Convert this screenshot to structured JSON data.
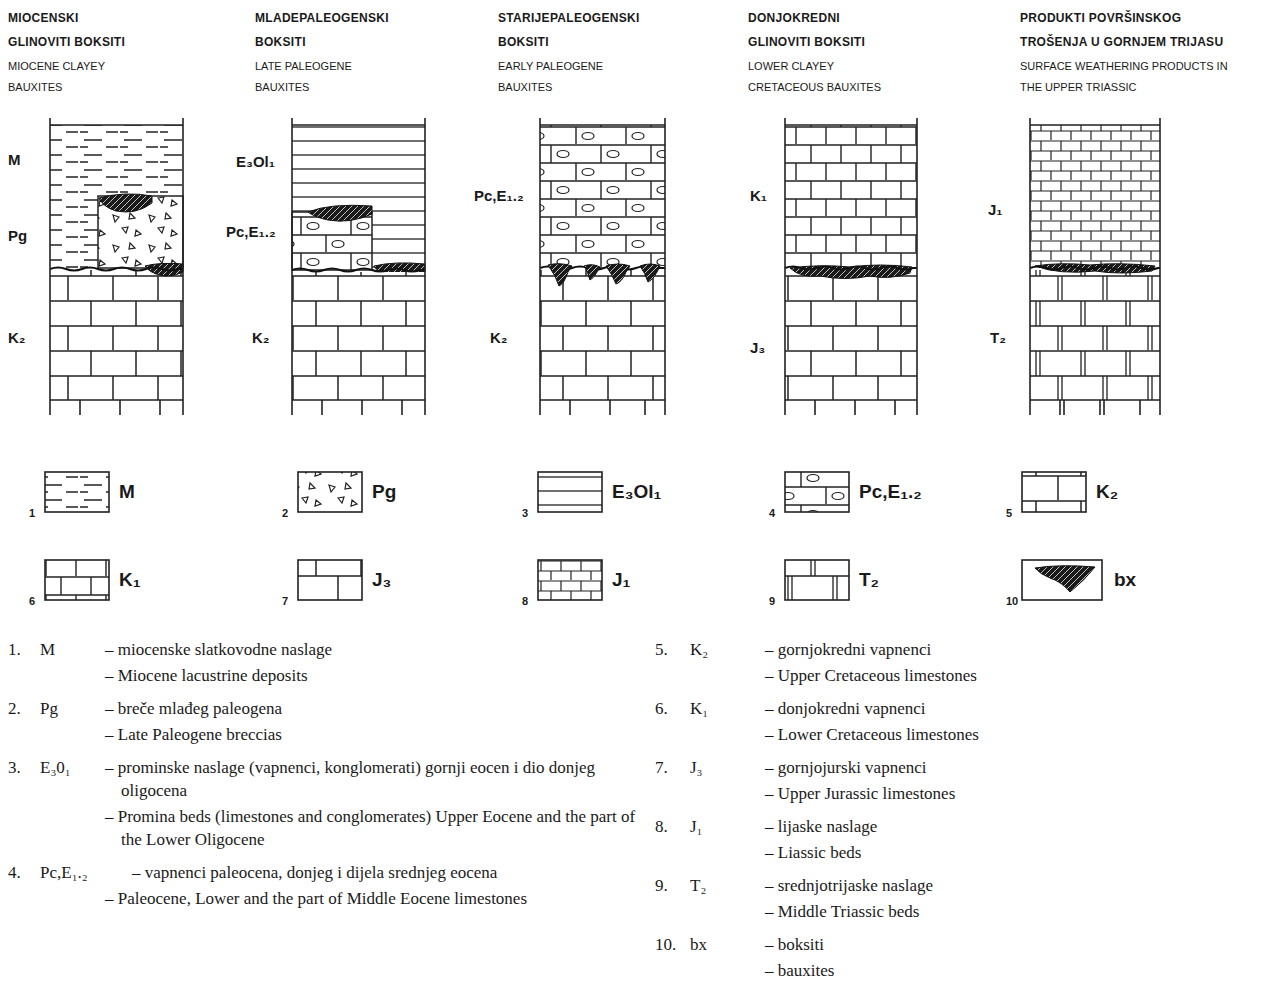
{
  "diagram": {
    "labels": [
      "MIOCENSKI GLINOVITI BOKSITI",
      "MIOCENE CLAYEY BAUXITES",
      "MLADEPALEOGENSKI BOKSITI",
      "LATE PALEOGENE BAUXITES",
      "STARIJEPALEOGENSKI BOKSITI",
      "EARLY PALEOGENE BAUXITES",
      "DONJOKREDNI GLINOVITI BOKSITI",
      "LOWER CLAYEY CRETACEOUS BAUXITES",
      "PRODUKTI POVRŠINSKOG TROŠENJA U GORNJEM TRIJASU",
      "SURFACE WEATHERING PRODUCTS IN THE UPPER TRIASSIC",
      "M",
      "Pg",
      "K₂",
      "E₃Ol₁",
      "Pc,E₁.₂",
      "K₂",
      "Pc,E₁.₂",
      "K₂",
      "K₁",
      "J₃",
      "J₁",
      "T₂",
      "1",
      "2",
      "3",
      "4",
      "5",
      "6",
      "7",
      "8",
      "9",
      "10",
      "1.",
      "M",
      "– miocenske slatkovodne naslage",
      "– Miocene lacustrine deposits",
      "2.",
      "Pg",
      "– breče mlađeg paleogena",
      "– Late Paleogene breccias",
      "3.",
      "E₃0₁",
      "– prominske naslage (vapnenci, konglomerati) gornji eocen i dio donjeg oligocena",
      "– Promina beds (limestones and conglomerates) Upper Eocene and the part of the Lower Oligocene",
      "4.",
      "Pc,E₁.₂",
      "– vapnenci paleocena, donjeg i dijela srednjeg eocena",
      "– Paleocene, Lower and the part of Middle Eocene limestones",
      "5.",
      "K₂",
      "– gornjokredni vapnenci",
      "– Upper Cretaceous limestones",
      "6.",
      "K₁",
      "– donjokredni vapnenci",
      "– Lower Cretaceous limestones",
      "7.",
      "J₃",
      "– gornjojurski vapnenci",
      "– Upper Jurassic limestones",
      "8.",
      "J₁",
      "– lijaske naslage",
      "– Liassic beds",
      "9.",
      "T₂",
      "– srednjotrijaske naslage",
      "– Middle Triassic beds",
      "10.",
      "bx",
      "– boksiti",
      "– bauxites"
    ],
    "legend": [
      {
        "text": "M"
      },
      {
        "text": "Pg"
      },
      {
        "text": "E₃Ol₁"
      },
      {
        "text": "Pc,E₁.₂"
      },
      {
        "text": "K₂"
      },
      {
        "text": "K₁"
      },
      {
        "text": "J₃"
      },
      {
        "text": "J₁"
      },
      {
        "text": "T₂"
      },
      {
        "text": "bx"
      }
    ]
  }
}
